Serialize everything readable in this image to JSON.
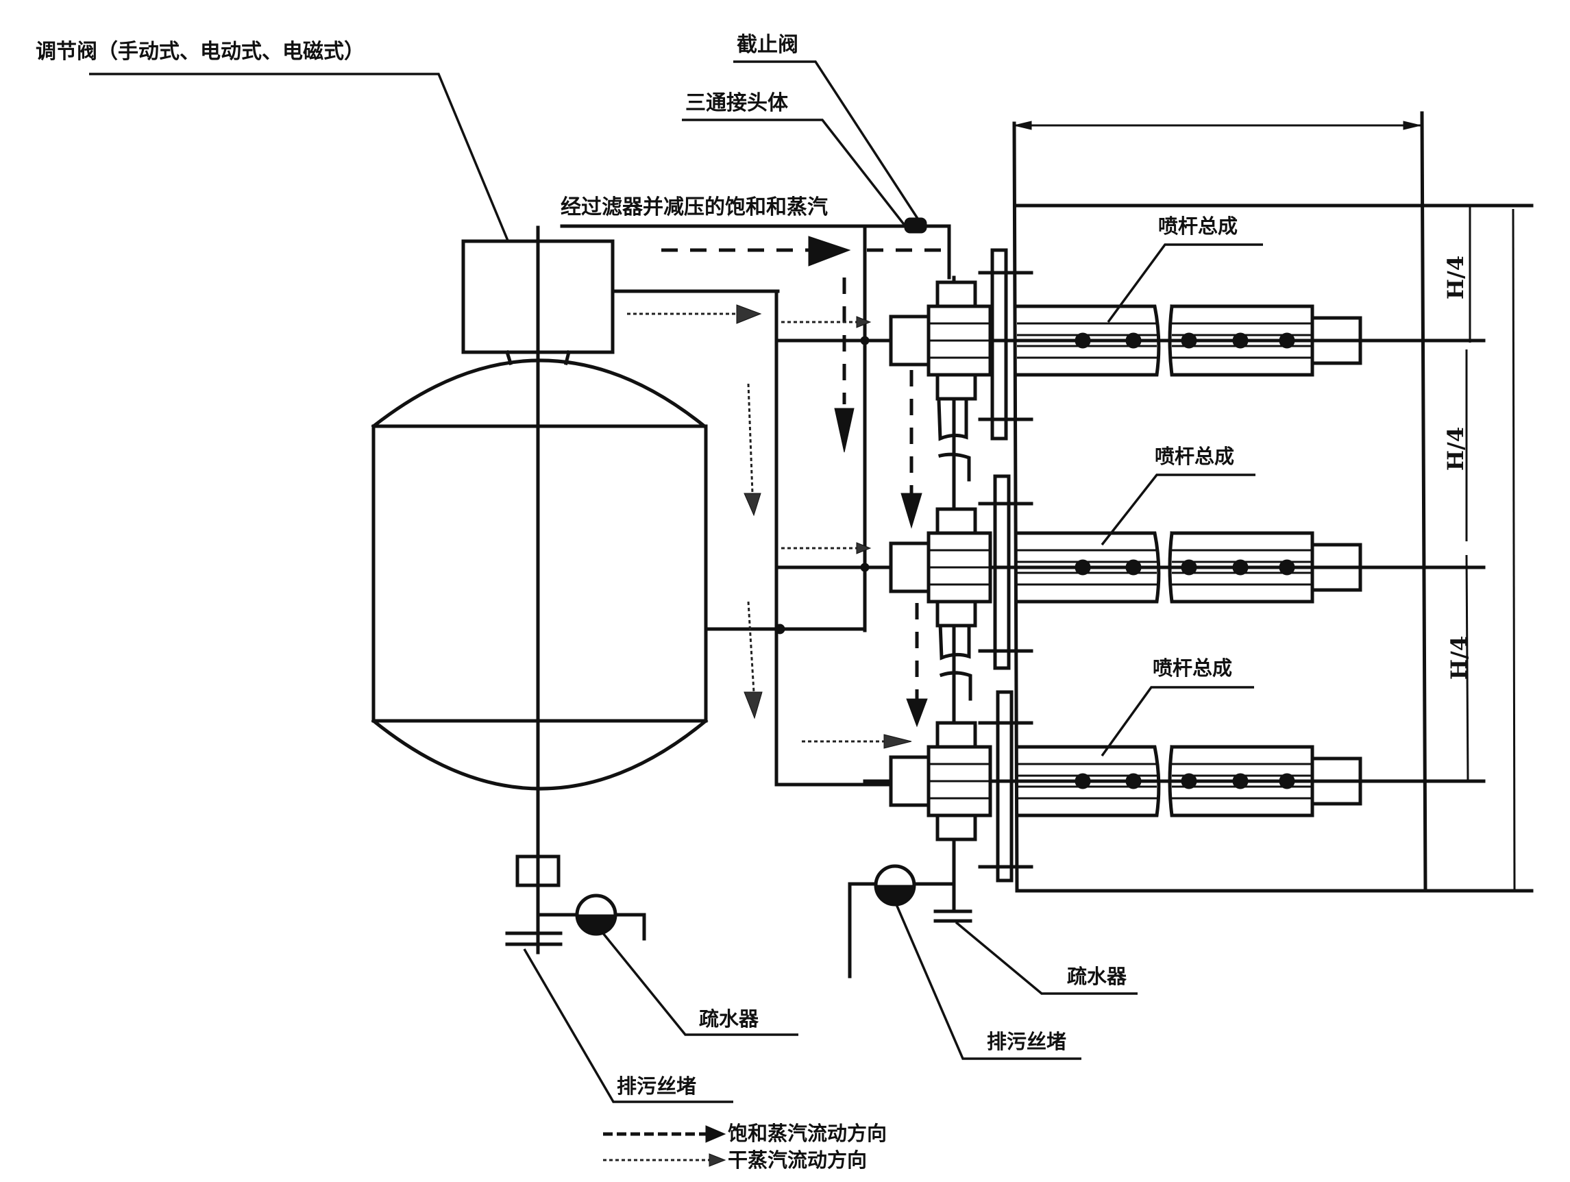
{
  "diagram": {
    "title": "蒸汽加湿器喷杆安装示意图",
    "labels": {
      "control_valve": "调节阀（手动式、电动式、电磁式）",
      "stop_valve": "截止阀",
      "tee_fitting": "三通接头体",
      "inlet_steam": "经过滤器并减压的饱和和蒸汽",
      "nozzle_assembly": [
        "喷杆总成",
        "喷杆总成",
        "喷杆总成"
      ],
      "trap_left": "疏水器",
      "drain_plug_left": "排污丝堵",
      "trap_right": "疏水器",
      "drain_plug_right": "排污丝堵"
    },
    "dimensions": {
      "spacing": [
        "H/4",
        "H/4",
        "H/4"
      ]
    },
    "legend": [
      {
        "style": "dashed",
        "label": "饱和蒸汽流动方向"
      },
      {
        "style": "dotted",
        "label": "干蒸汽流动方向"
      }
    ],
    "components": {
      "nozzle_rows": 3,
      "nozzle_holes_per_row": 5
    }
  }
}
